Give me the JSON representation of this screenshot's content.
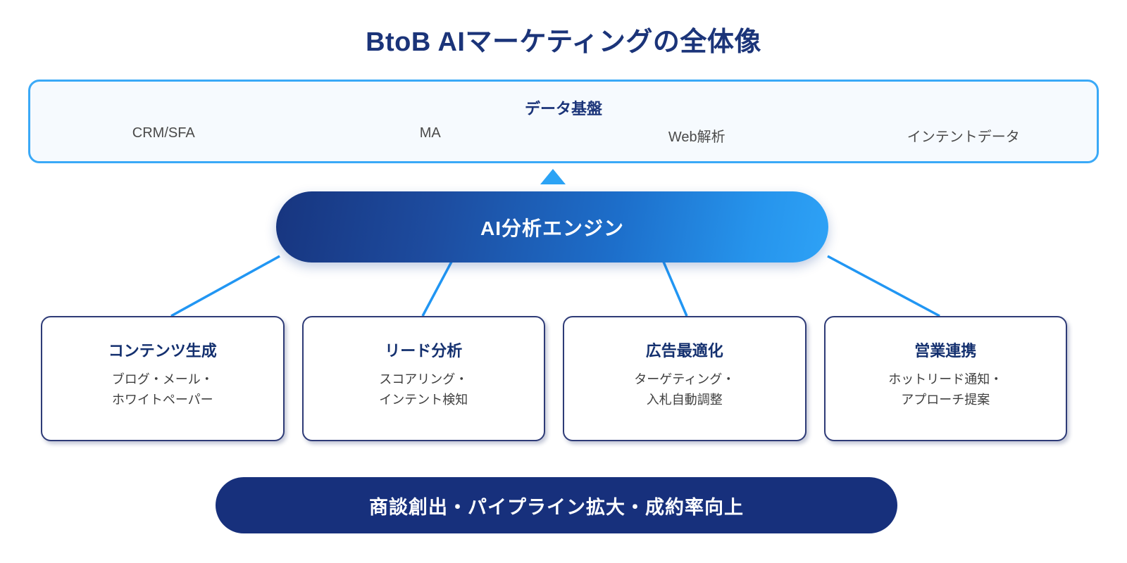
{
  "title": "BtoB AIマーケティングの全体像",
  "data_platform": {
    "heading": "データ基盤",
    "items": [
      {
        "label": "CRM/SFA"
      },
      {
        "label": "MA"
      },
      {
        "label": "Web解析"
      },
      {
        "label": "インテントデータ"
      }
    ]
  },
  "engine": {
    "label": "AI分析エンジン"
  },
  "cards": [
    {
      "title": "コンテンツ生成",
      "line1": "ブログ・メール・",
      "line2": "ホワイトペーパー"
    },
    {
      "title": "リード分析",
      "line1": "スコアリング・",
      "line2": "インテント検知"
    },
    {
      "title": "広告最適化",
      "line1": "ターゲティング・",
      "line2": "入札自動調整"
    },
    {
      "title": "営業連携",
      "line1": "ホットリード通知・",
      "line2": "アプローチ提案"
    }
  ],
  "outcome": {
    "label": "商談創出・パイプライン拡大・成約率向上"
  },
  "colors": {
    "title_navy": "#1b3479",
    "platform_border": "#3aa9f7",
    "platform_fill": "#f6fafe",
    "arrow_blue": "#2ba3f5",
    "engine_gradient_start": "#17357f",
    "engine_gradient_end": "#2ea2f6",
    "connector_blue": "#2196f3",
    "card_border": "#2e3b77",
    "card_title": "#14306f",
    "outcome_navy": "#17307c",
    "body_text": "#4a4a4a"
  }
}
